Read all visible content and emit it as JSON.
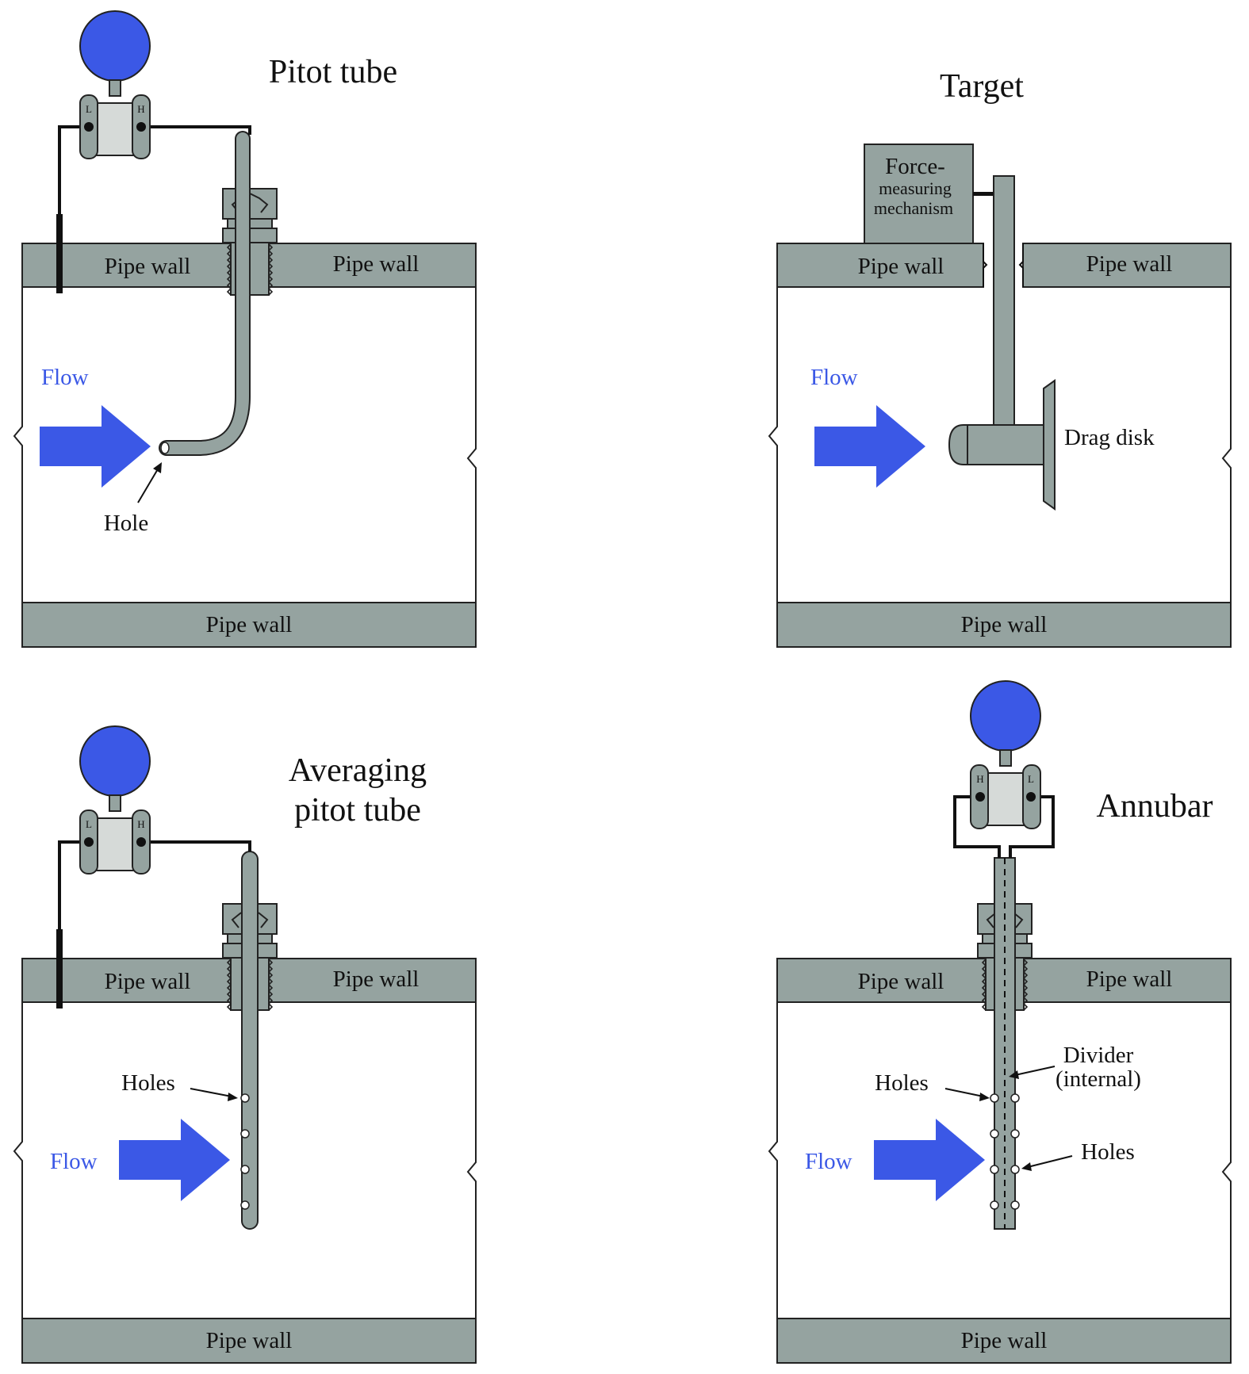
{
  "colors": {
    "pipe_wall": "#95a3a0",
    "flow_arrow": "#3b58e6",
    "flow_label": "#3b58e6",
    "gauge_head": "#3b58e6",
    "transmitter_body": "#d6dad8"
  },
  "panels": {
    "pitot": {
      "title": "Pitot tube",
      "wall_upper_left": "Pipe wall",
      "wall_upper_right": "Pipe wall",
      "wall_lower": "Pipe wall",
      "flow": "Flow",
      "hole": "Hole",
      "port_low": "L",
      "port_high": "H"
    },
    "target": {
      "title": "Target",
      "mechanism_line1": "Force-",
      "mechanism_line2": "measuring",
      "mechanism_line3": "mechanism",
      "wall_upper_left": "Pipe wall",
      "wall_upper_right": "Pipe wall",
      "wall_lower": "Pipe wall",
      "flow": "Flow",
      "disk": "Drag disk"
    },
    "averaging": {
      "title_line1": "Averaging",
      "title_line2": "pitot tube",
      "wall_upper_left": "Pipe wall",
      "wall_upper_right": "Pipe wall",
      "wall_lower": "Pipe wall",
      "flow": "Flow",
      "holes": "Holes",
      "port_low": "L",
      "port_high": "H"
    },
    "annubar": {
      "title": "Annubar",
      "wall_upper_left": "Pipe wall",
      "wall_upper_right": "Pipe wall",
      "wall_lower": "Pipe wall",
      "flow": "Flow",
      "holes_left": "Holes",
      "holes_right": "Holes",
      "divider_line1": "Divider",
      "divider_line2": "(internal)",
      "port_high": "H",
      "port_low": "L"
    }
  }
}
